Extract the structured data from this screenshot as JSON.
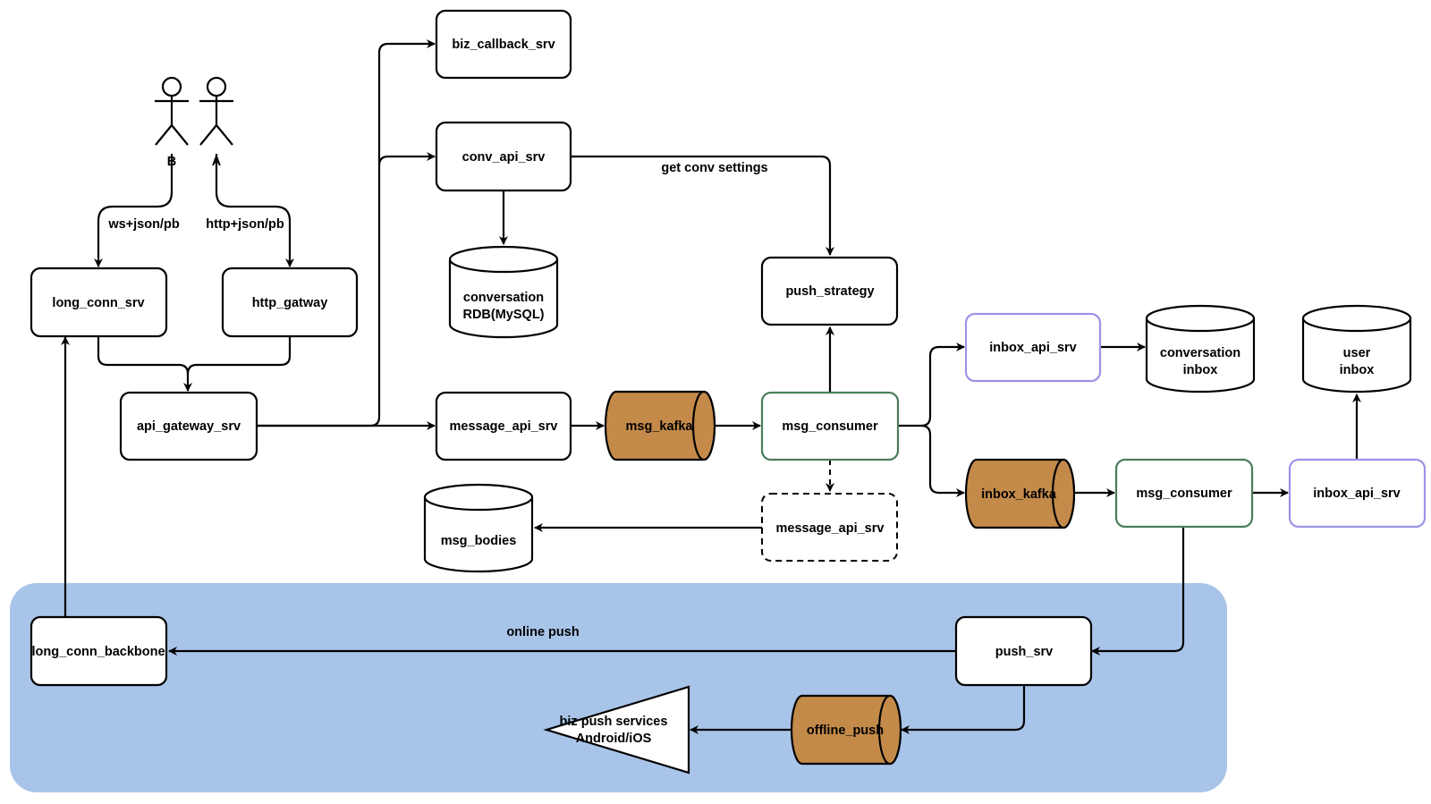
{
  "actors": [
    {
      "label": "B"
    },
    {
      "label": "A"
    }
  ],
  "nodes": {
    "biz_callback": "biz_callback_srv",
    "conv_api": "conv_api_srv",
    "conv_db_line1": "conversation",
    "conv_db_line2": "RDB(MySQL)",
    "long_conn": "long_conn_srv",
    "http_gateway": "http_gatway",
    "api_gateway": "api_gateway_srv",
    "message_api": "message_api_srv",
    "msg_kafka": "msg_kafka",
    "msg_consumer": "msg_consumer",
    "push_strategy": "push_strategy",
    "message_api_dashed": "message_api_srv",
    "msg_bodies": "msg_bodies",
    "inbox_api_1": "inbox_api_srv",
    "conv_inbox_line1": "conversation",
    "conv_inbox_line2": "inbox",
    "user_inbox_line1": "user",
    "user_inbox_line2": "inbox",
    "inbox_kafka": "inbox_kafka",
    "msg_consumer_2": "msg_consumer",
    "inbox_api_2": "inbox_api_srv",
    "long_conn_backbone": "long_conn_backbone",
    "push_srv": "push_srv",
    "offline_push": "offline_push",
    "biz_push_line1": "biz push services",
    "biz_push_line2": "Android/iOS"
  },
  "edge_labels": {
    "ws": "ws+json/pb",
    "http": "http+json/pb",
    "get_conv": "get conv settings",
    "online_push": "online push"
  },
  "colors": {
    "kafka_fill": "#c38a4a",
    "consumer_stroke": "#4a7c5c",
    "inbox_api_stroke": "#9a94e6",
    "push_region": "#a9c4e9"
  }
}
